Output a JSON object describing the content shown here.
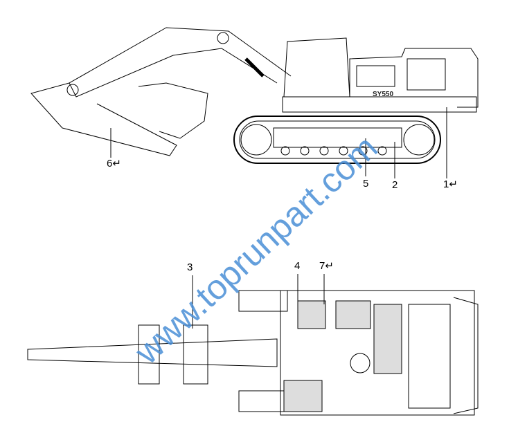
{
  "diagram": {
    "model_plate": "SY550",
    "side_view_labels": [
      "1↵",
      "2",
      "5",
      "6↵"
    ],
    "top_view_labels": [
      "3",
      "4",
      "7↵"
    ],
    "watermark": "www.toprunpart.com"
  }
}
